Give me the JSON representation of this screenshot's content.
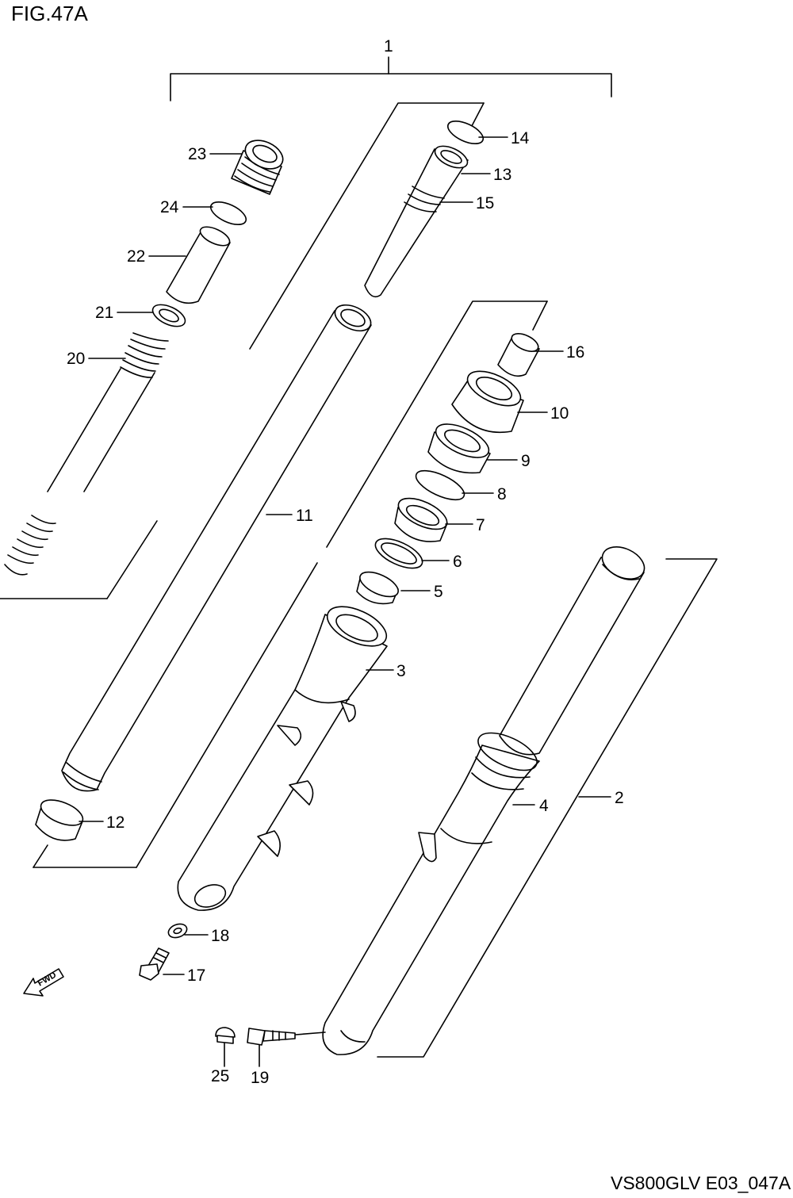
{
  "figure": {
    "title": "FIG.47A",
    "code": "VS800GLV E03_047A"
  },
  "fwd_label": "FWD",
  "callouts": {
    "p1": "1",
    "p2": "2",
    "p3": "3",
    "p4": "4",
    "p5": "5",
    "p6": "6",
    "p7": "7",
    "p8": "8",
    "p9": "9",
    "p10": "10",
    "p11": "11",
    "p12": "12",
    "p13": "13",
    "p14": "14",
    "p15": "15",
    "p16": "16",
    "p17": "17",
    "p18": "18",
    "p19": "19",
    "p20": "20",
    "p21": "21",
    "p22": "22",
    "p23": "23",
    "p24": "24",
    "p25": "25"
  }
}
